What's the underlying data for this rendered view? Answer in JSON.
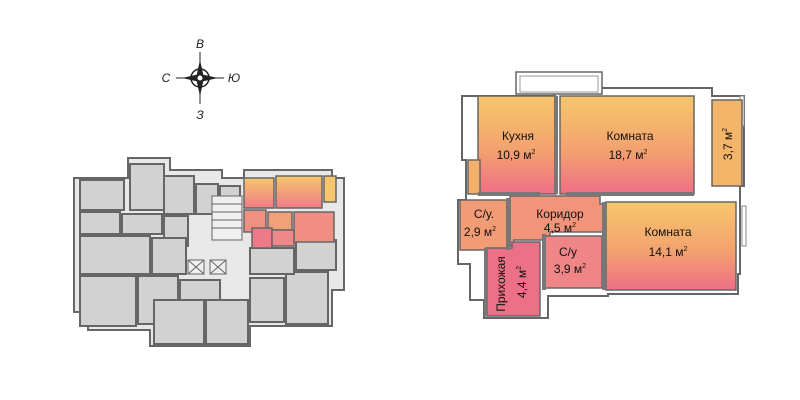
{
  "compass": {
    "north": "В",
    "west": "С",
    "east": "Ю",
    "south": "З"
  },
  "colors": {
    "wall": "#666666",
    "floor_gray": "#d9d9d9",
    "warm_top": "#f6c66c",
    "warm_bottom": "#f07b86"
  },
  "rooms": {
    "kitchen": {
      "name": "Кухня",
      "area": "10,9 м",
      "unit_sup": "2"
    },
    "room1": {
      "name": "Комната",
      "area": "18,7 м",
      "unit_sup": "2"
    },
    "balcony": {
      "area": "3,7 м",
      "unit_sup": "2"
    },
    "wc1": {
      "name": "С/у.",
      "area": "2,9 м",
      "unit_sup": "2"
    },
    "corridor": {
      "name": "Коридор",
      "area": "4,5 м",
      "unit_sup": "2"
    },
    "wc2": {
      "name": "С/у",
      "area": "3,9 м",
      "unit_sup": "2"
    },
    "room2": {
      "name": "Комната",
      "area": "14,1 м",
      "unit_sup": "2"
    },
    "hall": {
      "name": "Прихожая",
      "area": "4,4 м",
      "unit_sup": "2"
    }
  }
}
